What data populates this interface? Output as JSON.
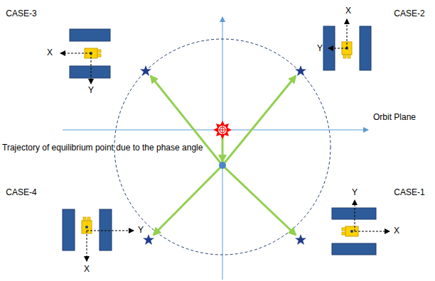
{
  "diagram": {
    "labels": [
      "CASE-3",
      "CASE-2",
      "X",
      "X",
      "Y",
      "Y",
      "Orbit Plane",
      "Trajectory of equilibrium point due to the phase angle",
      "Y",
      "CASE-1",
      "CASE-4",
      "Y",
      "X",
      "X"
    ]
  }
}
